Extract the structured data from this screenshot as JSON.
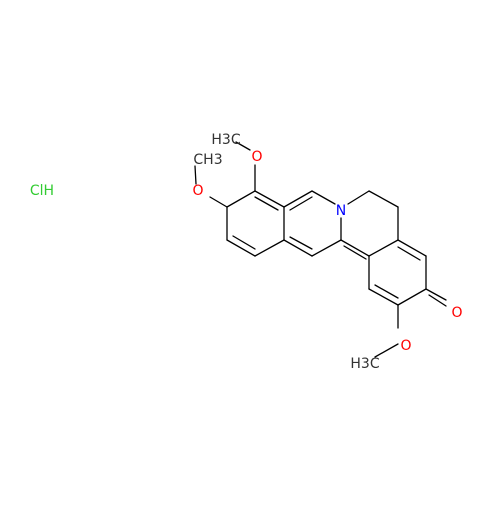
{
  "salt": {
    "label": "ClH",
    "color": "#33cc33"
  },
  "atom_labels": {
    "methyl_a": "H3C",
    "methyl_b": "CH3",
    "methyl_c": "H3C",
    "o_methoxy_a": "O",
    "o_methoxy_b": "O",
    "o_methoxy_c": "O",
    "o_ketone": "O",
    "n_ring": "N"
  },
  "colors": {
    "bond": "#000000",
    "oxygen": "#ff0000",
    "nitrogen": "#0000ff",
    "chlorine": "#33cc33"
  }
}
